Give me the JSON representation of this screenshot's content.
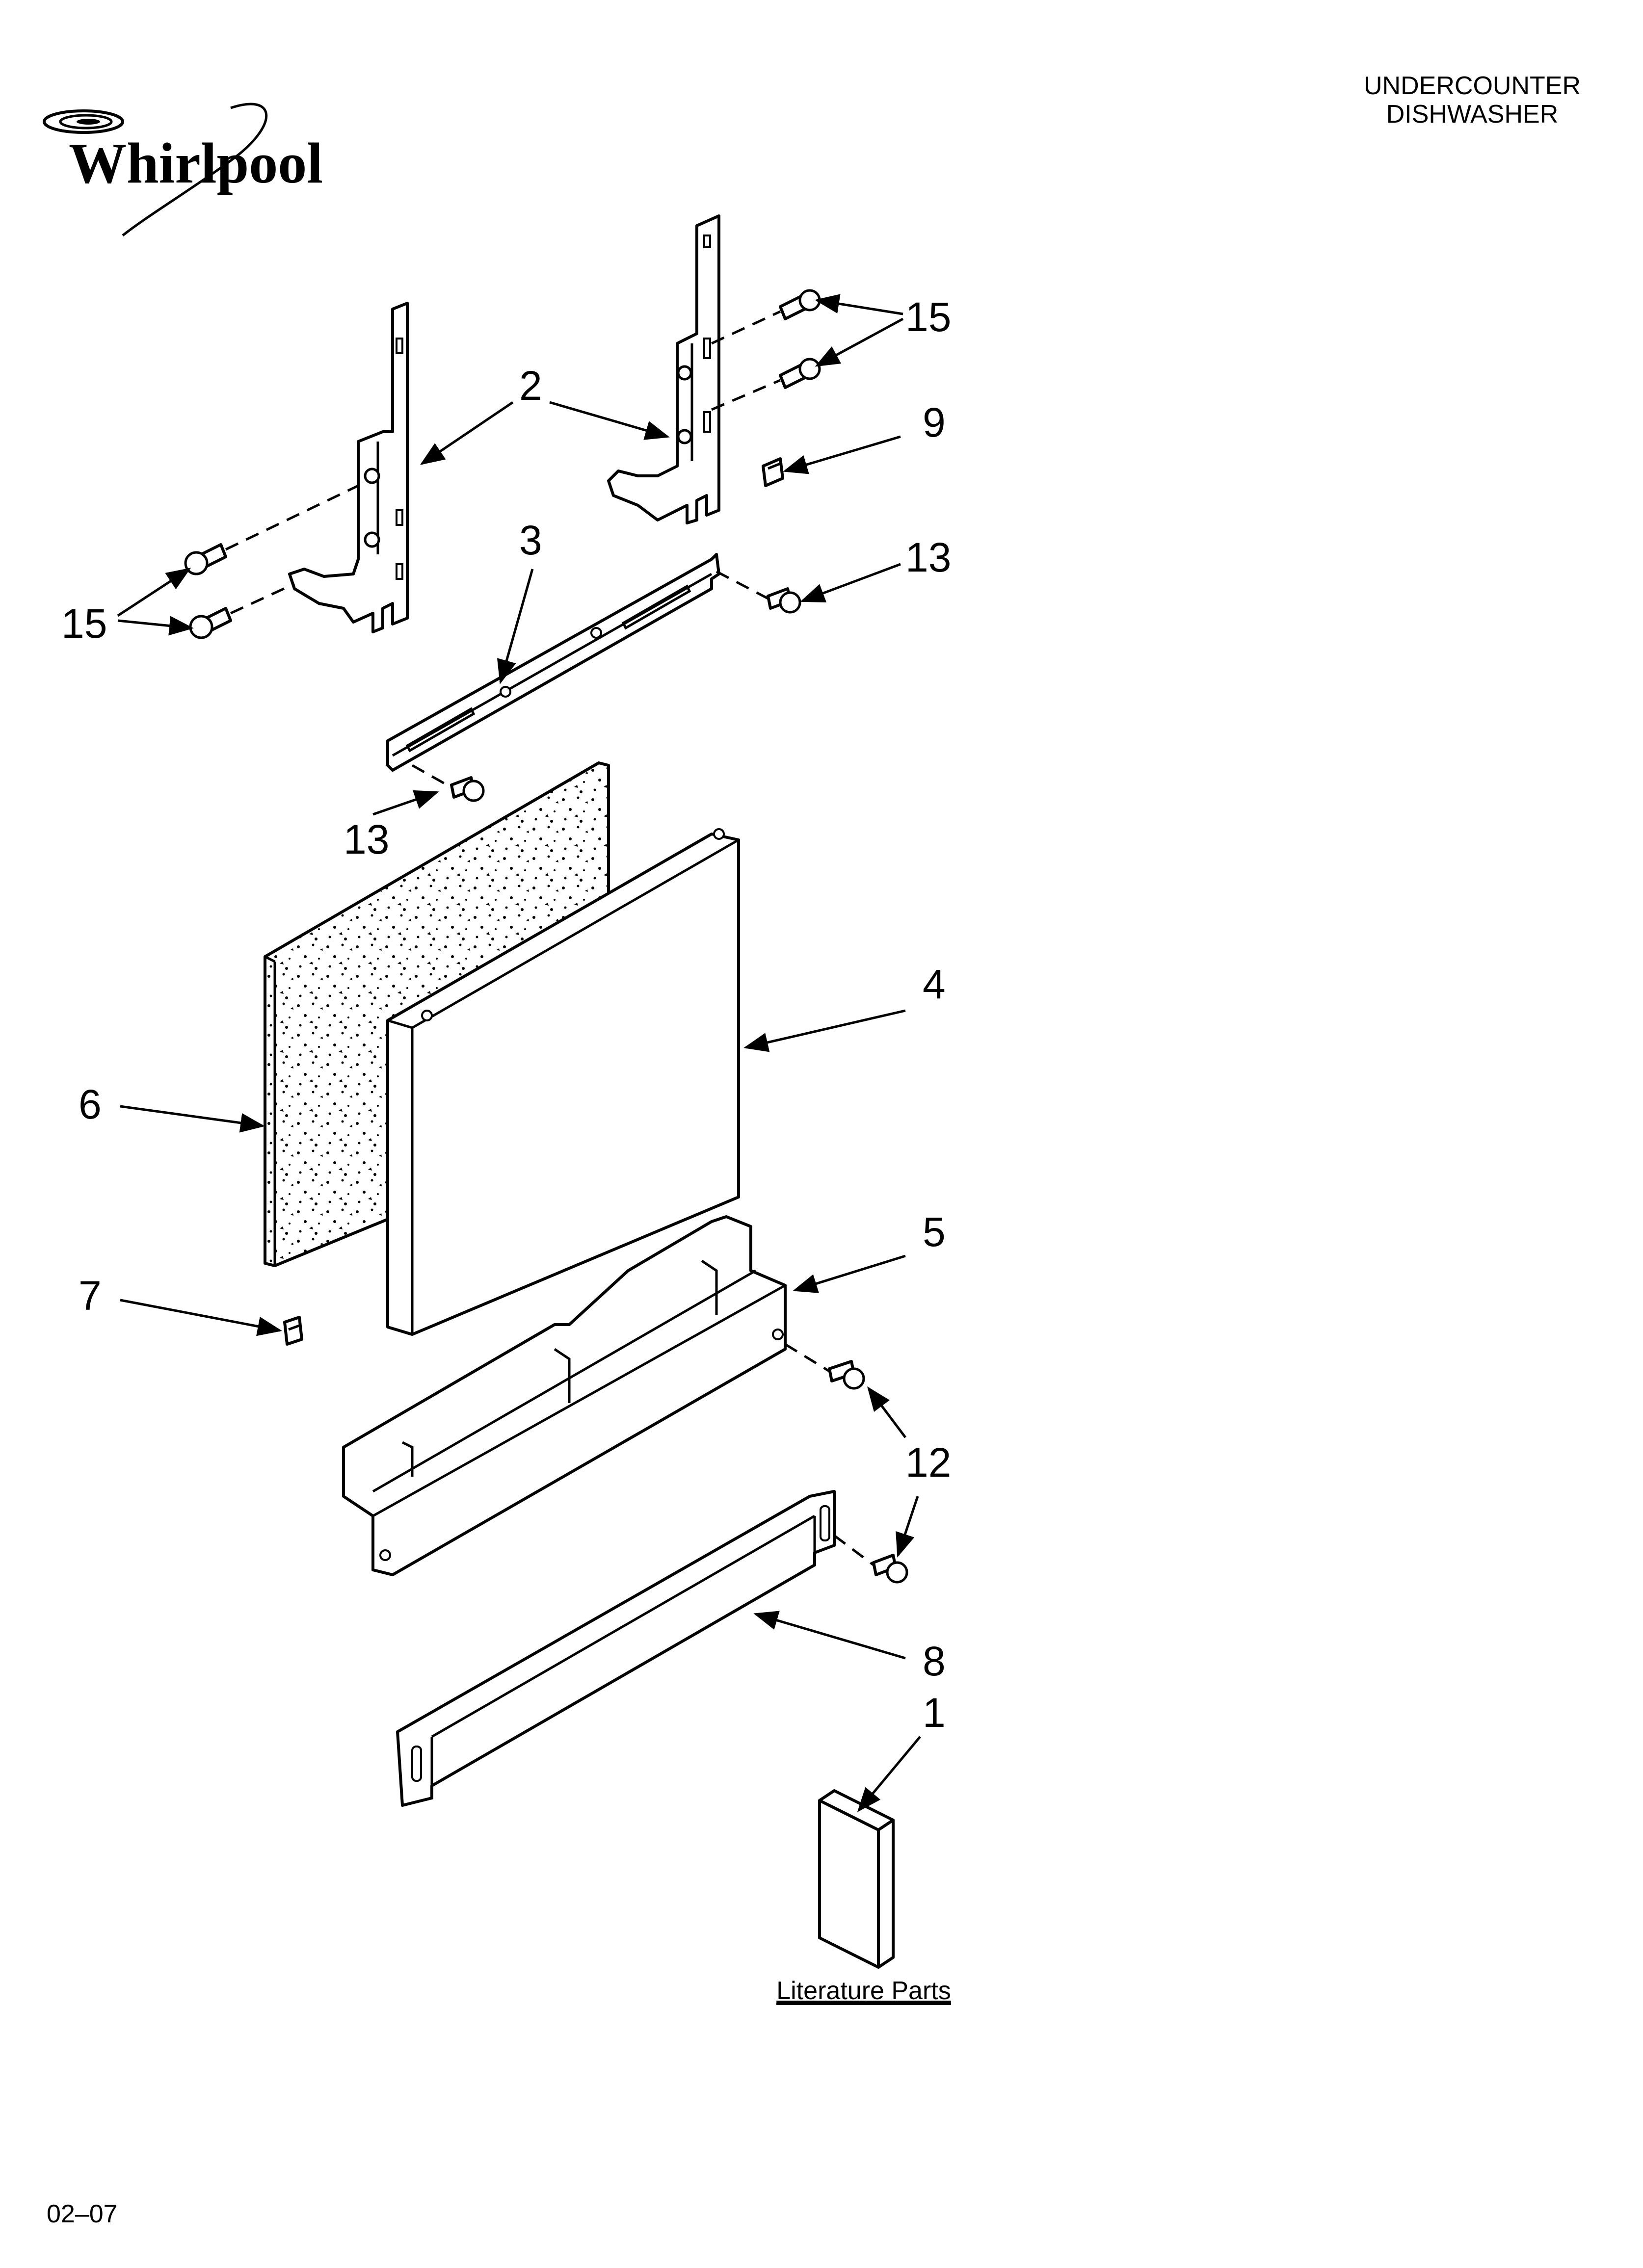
{
  "brand": {
    "name": "Whirlpool"
  },
  "header": {
    "line1": "UNDERCOUNTER",
    "line2": "DISHWASHER"
  },
  "footer": {
    "code": "02–07"
  },
  "literature": {
    "label": "Literature Parts"
  },
  "callouts": {
    "c15_top": "15",
    "c2": "2",
    "c9": "9",
    "c15_left": "15",
    "c3": "3",
    "c13_right": "13",
    "c13_left": "13",
    "c4": "4",
    "c6": "6",
    "c5": "5",
    "c7": "7",
    "c12": "12",
    "c8": "8",
    "c1": "1"
  }
}
